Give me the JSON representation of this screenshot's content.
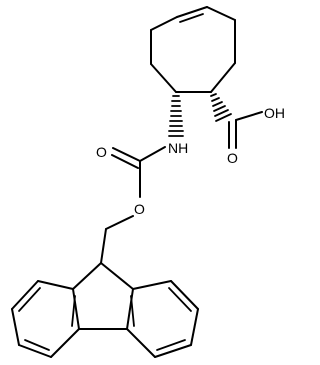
{
  "molecule": {
    "atom_labels": {
      "hydroxyl": "OH",
      "carbonyl_acid_o": "O",
      "amide_n": "NH",
      "carbamate_o_double": "O",
      "carbamate_o_single": "O"
    }
  }
}
